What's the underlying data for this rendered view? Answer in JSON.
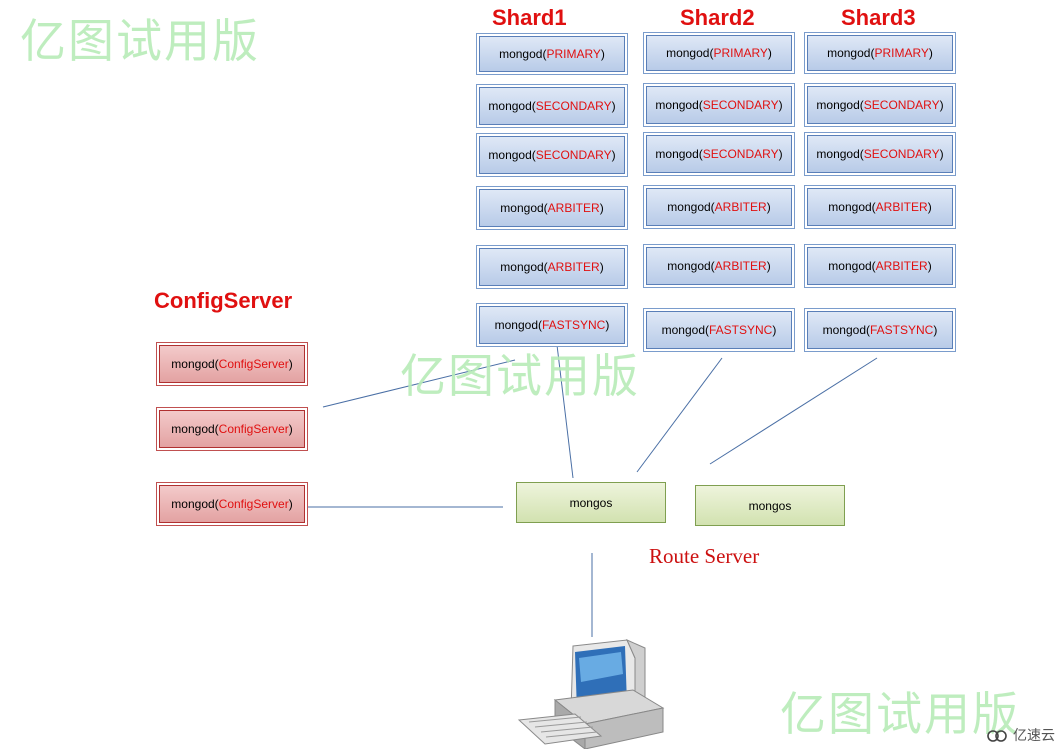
{
  "watermark": "亿图试用版",
  "shards": [
    {
      "title": "Shard1",
      "nodes": [
        {
          "label": "mongod(",
          "role": "PRIMARY",
          "close": ")"
        },
        {
          "label": "mongod(",
          "role": "SECONDARY",
          "close": ")"
        },
        {
          "label": "mongod(",
          "role": "SECONDARY",
          "close": ")"
        },
        {
          "label": "mongod(",
          "role": "ARBITER",
          "close": ")"
        },
        {
          "label": "mongod(",
          "role": "ARBITER",
          "close": ")"
        },
        {
          "label": "mongod(",
          "role": "FASTSYNC",
          "close": ")"
        }
      ]
    },
    {
      "title": "Shard2",
      "nodes": [
        {
          "label": "mongod(",
          "role": "PRIMARY",
          "close": ")"
        },
        {
          "label": "mongod(",
          "role": "SECONDARY",
          "close": ")"
        },
        {
          "label": "mongod(",
          "role": "SECONDARY",
          "close": ")"
        },
        {
          "label": "mongod(",
          "role": "ARBITER",
          "close": ")"
        },
        {
          "label": "mongod(",
          "role": "ARBITER",
          "close": ")"
        },
        {
          "label": "mongod(",
          "role": "FASTSYNC",
          "close": ")"
        }
      ]
    },
    {
      "title": "Shard3",
      "nodes": [
        {
          "label": "mongod(",
          "role": "PRIMARY",
          "close": ")"
        },
        {
          "label": "mongod(",
          "role": "SECONDARY",
          "close": ")"
        },
        {
          "label": "mongod(",
          "role": "SECONDARY",
          "close": ")"
        },
        {
          "label": "mongod(",
          "role": "ARBITER",
          "close": ")"
        },
        {
          "label": "mongod(",
          "role": "ARBITER",
          "close": ")"
        },
        {
          "label": "mongod(",
          "role": "FASTSYNC",
          "close": ")"
        }
      ]
    }
  ],
  "config": {
    "title": "ConfigServer",
    "nodes": [
      {
        "label": "mongod(",
        "role": "ConfigServer",
        "close": ")"
      },
      {
        "label": "mongod(",
        "role": "ConfigServer",
        "close": ")"
      },
      {
        "label": "mongod(",
        "role": "ConfigServer",
        "close": ")"
      }
    ]
  },
  "routers": [
    {
      "label": "mongos"
    },
    {
      "label": "mongos"
    }
  ],
  "route_label": "Route Server",
  "footer_logo": "亿速云",
  "colors": {
    "accent": "#e01010",
    "shard_fill": "#c8d8f0",
    "config_fill": "#eab8b8",
    "mongos_fill": "#dce8c4",
    "line": "#4a6fa5",
    "watermark": "#b8ecb8"
  }
}
